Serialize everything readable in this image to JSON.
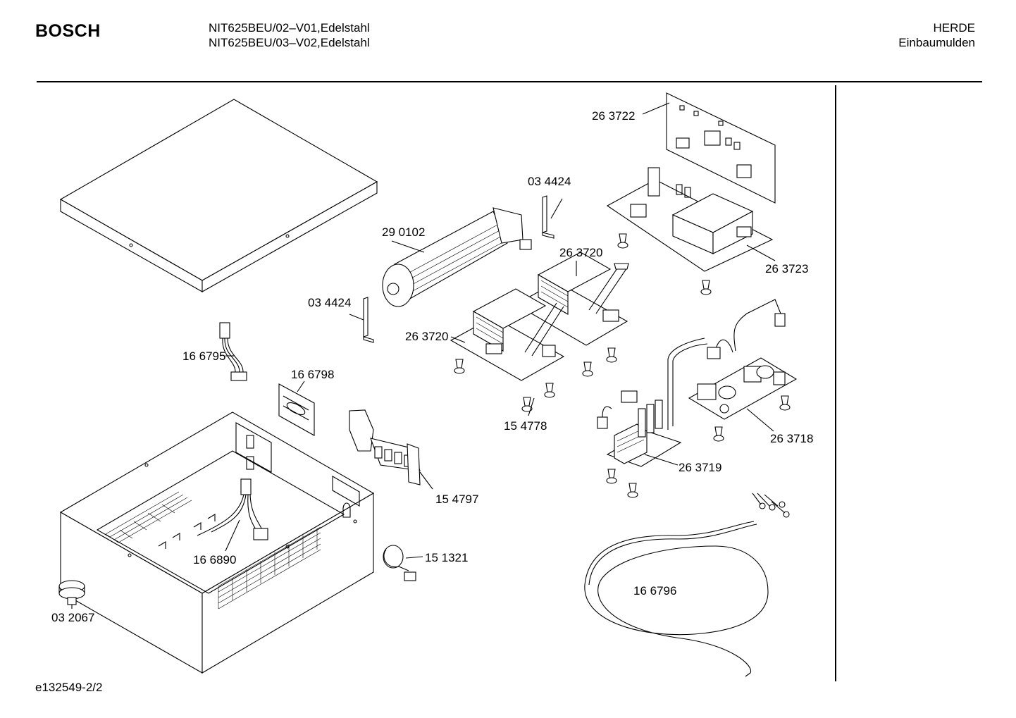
{
  "header": {
    "brand": "BOSCH",
    "model_lines": [
      "NIT625BEU/02–V01,Edelstahl",
      "NIT625BEU/03–V02,Edelstahl"
    ],
    "category": "HERDE",
    "subcategory": "Einbaumulden"
  },
  "footer": {
    "drawing_code": "e132549-2/2"
  },
  "parts": [
    {
      "id": "p-263722",
      "label": "26 3722"
    },
    {
      "id": "p-034424-top",
      "label": "03 4424"
    },
    {
      "id": "p-290102",
      "label": "29 0102"
    },
    {
      "id": "p-263720-upper",
      "label": "26 3720"
    },
    {
      "id": "p-263723",
      "label": "26 3723"
    },
    {
      "id": "p-034424-mid",
      "label": "03 4424"
    },
    {
      "id": "p-263720-lower",
      "label": "26 3720"
    },
    {
      "id": "p-166795",
      "label": "16 6795"
    },
    {
      "id": "p-166798",
      "label": "16 6798"
    },
    {
      "id": "p-154778",
      "label": "15 4778"
    },
    {
      "id": "p-263718",
      "label": "26 3718"
    },
    {
      "id": "p-263719",
      "label": "26 3719"
    },
    {
      "id": "p-154797",
      "label": "15 4797"
    },
    {
      "id": "p-151321",
      "label": "15 1321"
    },
    {
      "id": "p-166890",
      "label": "16 6890"
    },
    {
      "id": "p-166796",
      "label": "16 6796"
    },
    {
      "id": "p-032067",
      "label": "03 2067"
    }
  ]
}
